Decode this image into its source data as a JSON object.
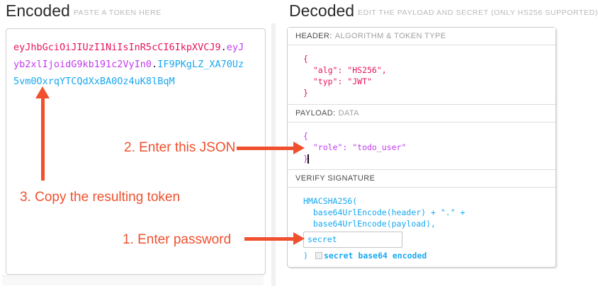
{
  "encoded": {
    "title": "Encoded",
    "subtitle": "PASTE A TOKEN HERE",
    "token": {
      "header": "eyJhbGciOiJIUzI1NiIsInR5cCI6IkpXVCJ9",
      "dot1": ".",
      "payload": "eyJyb2xlIjoidG9kb191c2VyIn0",
      "dot2": ".",
      "signature": "IF9PKgLZ_XA70Uz5vm0OxrqYTCQdXxBA0Oz4uK8lBqM"
    }
  },
  "decoded": {
    "title": "Decoded",
    "subtitle": "EDIT THE PAYLOAD AND SECRET (ONLY HS256 SUPPORTED)",
    "header_section": {
      "label_strong": "HEADER:",
      "label_rest": "ALGORITHM & TOKEN TYPE",
      "json": "{\n  \"alg\": \"HS256\",\n  \"typ\": \"JWT\"\n}"
    },
    "payload_section": {
      "label_strong": "PAYLOAD:",
      "label_rest": "DATA",
      "json": "{\n  \"role\": \"todo_user\"\n}"
    },
    "signature_section": {
      "label_strong": "VERIFY SIGNATURE",
      "label_rest": "",
      "code_lines": "HMACSHA256(\n  base64UrlEncode(header) + \".\" +\n  base64UrlEncode(payload),",
      "secret_value": "secret",
      "closing_paren": ")",
      "checkbox_checked": false,
      "checkbox_label": "secret base64 encoded"
    }
  },
  "annotations": {
    "step1": "1. Enter password",
    "step2": "2. Enter this JSON",
    "step3": "3. Copy the resulting token"
  },
  "colors": {
    "token_header": "#e8145b",
    "token_payload": "#c43bf0",
    "token_signature": "#18a8f1",
    "annotation_accent": "#f0502e"
  }
}
